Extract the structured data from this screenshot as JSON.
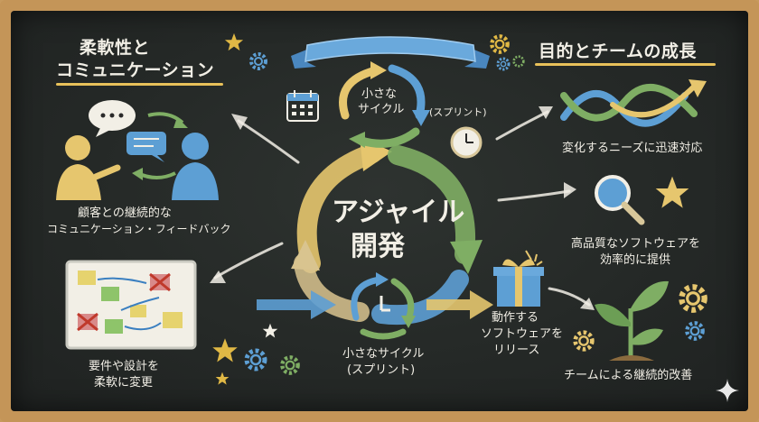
{
  "left_heading": {
    "line1": "柔軟性と",
    "line2": "コミュニケーション"
  },
  "right_heading": "目的とチームの成長",
  "center": {
    "line1": "アジャイル",
    "line2": "開発"
  },
  "top_cycle": {
    "line1": "小さな",
    "line2": "サイクル",
    "sprint": "(スプリント)"
  },
  "bottom_cycle": {
    "line1": "小さなサイクル",
    "line2": "(スプリント)"
  },
  "customer_caption": {
    "line1": "顧客との継続的な",
    "line2": "コミュニケーション・フィードバック"
  },
  "requirements_caption": {
    "line1": "要件や設計を",
    "line2": "柔軟に変更"
  },
  "change_caption": "変化するニーズに迅速対応",
  "quality_caption": {
    "line1": "高品質なソフトウェアを",
    "line2": "効率的に提供"
  },
  "release_caption": {
    "line1": "動作する",
    "line2": "ソフトウェアを",
    "line3": "リリース"
  },
  "team_caption": "チームによる継続的改善",
  "colors": {
    "chalk_blue": "#5d9fd4",
    "chalk_yellow": "#e6c66e",
    "chalk_green": "#7fae64",
    "chalk_white": "#f2efe6",
    "frame_wood": "#c49558"
  }
}
